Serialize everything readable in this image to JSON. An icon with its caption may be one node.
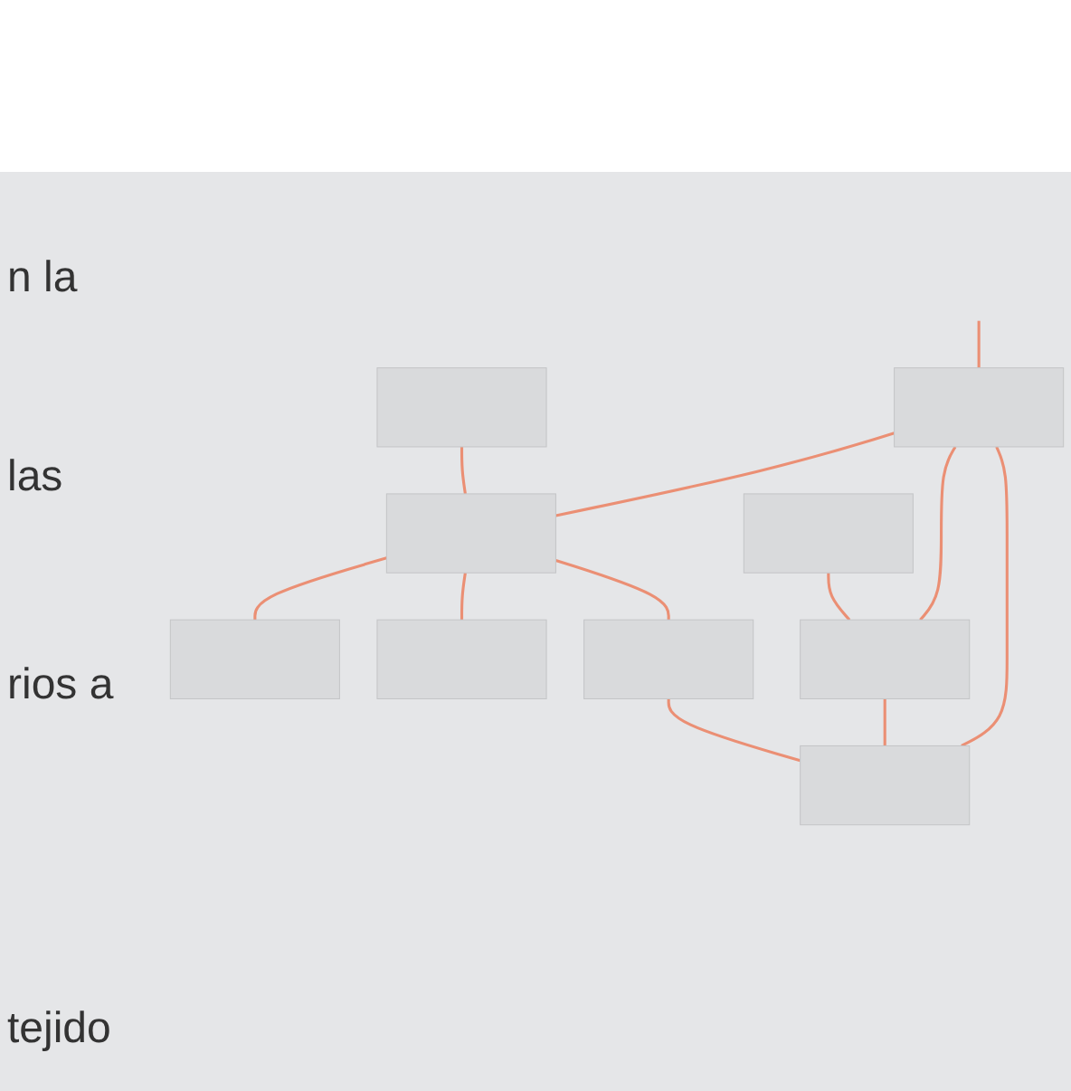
{
  "diagram": {
    "nodes": [
      {
        "text": [],
        "shape": "box"
      },
      {
        "text": [],
        "shape": "box"
      },
      {
        "text": [],
        "shape": "box"
      },
      {
        "text": [],
        "shape": "box"
      },
      {
        "text": [],
        "shape": "box"
      },
      {
        "text": [],
        "shape": "box"
      },
      {
        "text": [],
        "shape": "box"
      },
      {
        "text": [],
        "shape": "box"
      },
      {
        "text": [],
        "shape": "box"
      }
    ],
    "edges": [
      {
        "from": 0,
        "to": 3,
        "arrow": "none"
      },
      {
        "from": 3,
        "to": 1,
        "arrow": "none"
      },
      {
        "from": 3,
        "to": 4,
        "arrow": "none"
      },
      {
        "from": null,
        "to": 2,
        "arrow": "none"
      },
      {
        "from": 2,
        "to": 3,
        "arrow": "none"
      },
      {
        "from": 2,
        "to": 6,
        "arrow": "none"
      },
      {
        "from": 5,
        "to": 6,
        "arrow": "none"
      },
      {
        "from": 3,
        "to": 7,
        "arrow": "none"
      },
      {
        "from": 6,
        "to": 8,
        "arrow": "none"
      },
      {
        "from": 2,
        "to": 8,
        "arrow": "none"
      },
      {
        "from": 7,
        "to": 8,
        "arrow": "none"
      }
    ],
    "labels": [
      "n la",
      "las",
      "rios a",
      "tejido"
    ]
  }
}
